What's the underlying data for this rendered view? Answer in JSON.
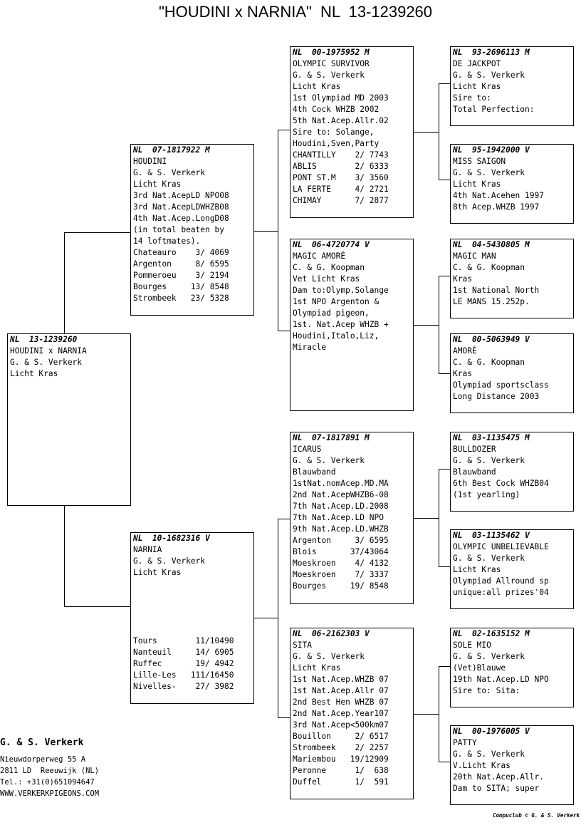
{
  "title": "\"HOUDINI x NARNIA\"  NL  13-1239260",
  "pigeons": {
    "subject": {
      "header": "NL  13-1239260",
      "lines": [
        "HOUDINI x NARNIA",
        "G. & S. Verkerk",
        "Licht Kras"
      ]
    },
    "sire": {
      "header": "NL  07-1817922 M",
      "lines": [
        "HOUDINI",
        "G. & S. Verkerk",
        "Licht Kras",
        "3rd Nat.AcepLD NPO08",
        "3rd Nat.AcepLDWHZB08",
        "4th Nat.Acep.LongD08",
        "(in total beaten by",
        "14 loftmates).",
        "Chateauro    3/ 4069",
        "Argenton     8/ 6595",
        "Pommeroeu    3/ 2194",
        "Bourges     13/ 8548",
        "Strombeek   23/ 5328"
      ]
    },
    "dam": {
      "header": "NL  10-1682316 V",
      "lines": [
        "NARNIA",
        "G. & S. Verkerk",
        "Licht Kras",
        "",
        "",
        "",
        "",
        "",
        "Tours        11/10490",
        "Nanteuil     14/ 6905",
        "Ruffec       19/ 4942",
        "Lille-Les   111/16450",
        "Nivelles-    27/ 3982"
      ]
    },
    "ss": {
      "header": "NL  00-1975952 M",
      "lines": [
        "OLYMPIC SURVIVOR",
        "G. & S. Verkerk",
        "Licht Kras",
        "1st Olympiad MD 2003",
        "4th Cock WHZB 2002",
        "5th Nat.Acep.Allr.02",
        "Sire to: Solange,",
        "Houdini,Sven,Party",
        "CHANTILLY    2/ 7743",
        "ABLIS        2/ 6333",
        "PONT ST.M    3/ 3560",
        "LA FERTE     4/ 2721",
        "CHIMAY       7/ 2877"
      ]
    },
    "sd": {
      "header": "NL  06-4720774 V",
      "lines": [
        "MAGIC AMORÉ",
        "C. & G. Koopman",
        "Vet Licht Kras",
        "Dam to:Olymp.Solange",
        "1st NPO Argenton &",
        "Olympiad pigeon,",
        "1st. Nat.Acep WHZB +",
        "Houdini,Italo,Liz,",
        "Miracle"
      ]
    },
    "ds": {
      "header": "NL  07-1817891 M",
      "lines": [
        "ICARUS",
        "G. & S. Verkerk",
        "Blauwband",
        "1stNat.nomAcep.MD.MA",
        "2nd Nat.AcepWHZB6-08",
        "7th Nat.Acep.LD.2008",
        "7th Nat.Acep.LD NPO",
        "9th Nat.Acep.LD.WHZB",
        "Argenton     3/ 6595",
        "Blois       37/43064",
        "Moeskroen    4/ 4132",
        "Moeskroen    7/ 3337",
        "Bourges     19/ 8548"
      ]
    },
    "dd": {
      "header": "NL  06-2162303 V",
      "lines": [
        "SITA",
        "G. & S. Verkerk",
        "Licht Kras",
        "1st Nat.Acep.WHZB 07",
        "1st Nat.Acep.Allr 07",
        "2nd Best Hen WHZB 07",
        "2nd Nat.Acep.Year107",
        "3rd Nat.Acep<500km07",
        "Bouillon     2/ 6517",
        "Strombeek    2/ 2257",
        "Mariembou   19/12909",
        "Peronne      1/  638",
        "Duffel       1/  591"
      ]
    },
    "sss": {
      "header": "NL  93-2696113 M",
      "lines": [
        "DE JACKPOT",
        "G. & S. Verkerk",
        "Licht Kras",
        "Sire to:",
        "Total Perfection:"
      ]
    },
    "ssd": {
      "header": "NL  95-1942000 V",
      "lines": [
        "MISS SAIGON",
        "G. & S. Verkerk",
        "Licht Kras",
        "4th Nat.Acehen 1997",
        "8th Acep.WHZB 1997"
      ]
    },
    "sds": {
      "header": "NL  04-5430805 M",
      "lines": [
        "MAGIC MAN",
        "C. & G. Koopman",
        "Kras",
        "1st National North",
        "LE MANS 15.252p."
      ]
    },
    "sdd": {
      "header": "NL  00-5063949 V",
      "lines": [
        "AMORÉ",
        "C. & G. Koopman",
        "Kras",
        "Olympiad sportsclass",
        "Long Distance 2003"
      ]
    },
    "dss": {
      "header": "NL  03-1135475 M",
      "lines": [
        "BULLDOZER",
        "G. & S. Verkerk",
        "Blauwband",
        "6th Best Cock WHZB04",
        "(1st yearling)"
      ]
    },
    "dsd": {
      "header": "NL  03-1135462 V",
      "lines": [
        "OLYMPIC UNBELIEVABLE",
        "G. & S. Verkerk",
        "Licht Kras",
        "Olympiad Allround sp",
        "unique:all prizes'04"
      ]
    },
    "dds": {
      "header": "NL  02-1635152 M",
      "lines": [
        "SOLE MIO",
        "G. & S. Verkerk",
        "(Vet)Blauwe",
        "19th Nat.Acep.LD NPO",
        "Sire to: Sita:"
      ]
    },
    "ddd": {
      "header": "NL  00-1976005 V",
      "lines": [
        "PATTY",
        "G. & S. Verkerk",
        "V.Licht Kras",
        "20th Nat.Acep.Allr.",
        "Dam to SITA; super"
      ]
    }
  },
  "footer": {
    "name": "G. & S. Verkerk",
    "lines": [
      "Nieuwdorperweg 55 A",
      "2811 LD  Reeuwijk (NL)",
      "Tel.: +31(0)651094647",
      "WWW.VERKERKPIGEONS.COM"
    ]
  },
  "credit": "Compuclub © G. & S. Verkerk"
}
